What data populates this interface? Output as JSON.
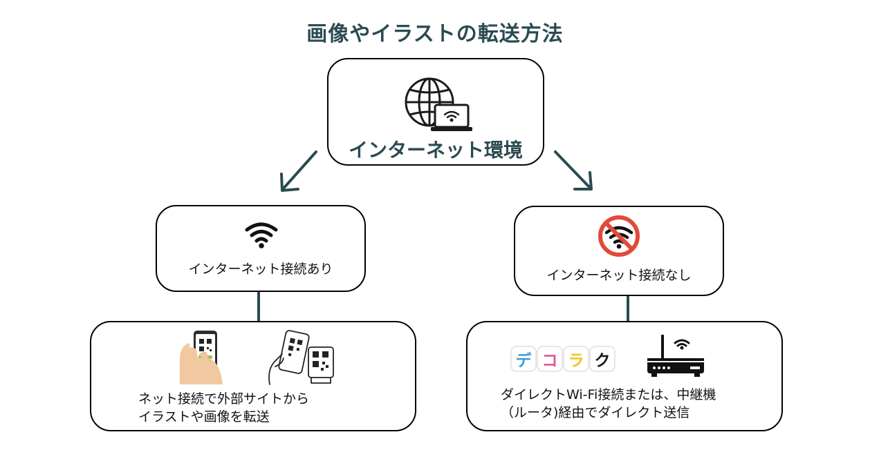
{
  "title": "画像やイラストの転送方法",
  "root": {
    "label": "インターネット環境"
  },
  "branches": [
    {
      "label": "インターネット接続あり",
      "detail_lines": [
        "ネット接続で外部サイトから",
        "イラストや画像を転送"
      ]
    },
    {
      "label": "インターネット接続なし",
      "detail_lines": [
        "ダイレクトWi-Fi接続または、中継機",
        "（ルータ)経由でダイレクト送信"
      ]
    }
  ],
  "decoraku_chars": [
    {
      "char": "デ",
      "color": "#3b9bd6"
    },
    {
      "char": "コ",
      "color": "#e0559a"
    },
    {
      "char": "ラ",
      "color": "#f0c419"
    },
    {
      "char": "ク",
      "color": "#1a1a1a"
    }
  ],
  "colors": {
    "accent": "#2a4a52",
    "no_wifi_red": "#e14a3a",
    "hand": "#f2c8a0",
    "phone_green": "#9bc84a"
  },
  "icons": [
    "globe-laptop-wifi-icon",
    "wifi-icon",
    "no-wifi-icon",
    "phone-qr-hand-icon",
    "phone-qr-scan-icon",
    "router-icon"
  ]
}
